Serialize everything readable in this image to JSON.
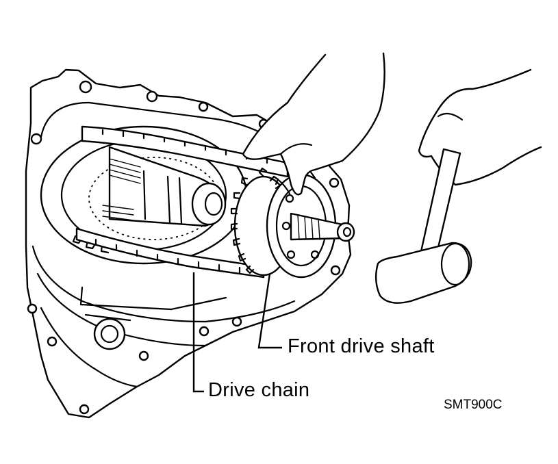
{
  "labels": {
    "front_drive_shaft": "Front drive shaft",
    "drive_chain": "Drive chain",
    "figure_code": "SMT900C"
  },
  "colors": {
    "line": "#000000",
    "background": "#ffffff"
  }
}
